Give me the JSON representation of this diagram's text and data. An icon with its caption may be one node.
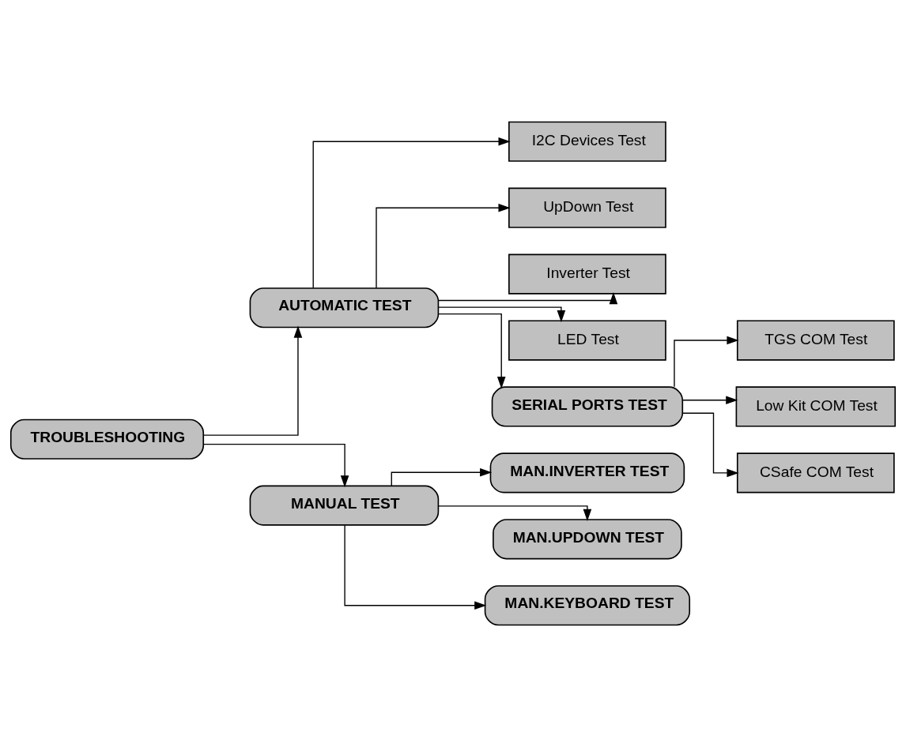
{
  "diagram": {
    "nodes": [
      {
        "text": [
          "TROUBLESHOOTING"
        ]
      },
      {
        "text": [
          "AUTOMATIC TEST"
        ]
      },
      {
        "text": [
          "MANUAL TEST"
        ]
      },
      {
        "text": [
          "I2C Devices Test"
        ]
      },
      {
        "text": [
          "UpDown Test"
        ]
      },
      {
        "text": [
          "Inverter Test"
        ]
      },
      {
        "text": [
          "LED Test"
        ]
      },
      {
        "text": [
          "SERIAL PORTS TEST"
        ]
      },
      {
        "text": [
          "MAN.INVERTER TEST"
        ]
      },
      {
        "text": [
          "MAN.UPDOWN TEST"
        ]
      },
      {
        "text": [
          "MAN.KEYBOARD TEST"
        ]
      },
      {
        "text": [
          "TGS COM Test"
        ]
      },
      {
        "text": [
          "Low Kit COM Test"
        ]
      },
      {
        "text": [
          "CSafe COM Test"
        ]
      }
    ],
    "edges": [
      {
        "from": 0,
        "to": 1,
        "arrow": "to"
      },
      {
        "from": 0,
        "to": 2,
        "arrow": "to"
      },
      {
        "from": 1,
        "to": 3,
        "arrow": "to"
      },
      {
        "from": 1,
        "to": 4,
        "arrow": "to"
      },
      {
        "from": 1,
        "to": 5,
        "arrow": "to"
      },
      {
        "from": 1,
        "to": 6,
        "arrow": "to"
      },
      {
        "from": 1,
        "to": 7,
        "arrow": "to"
      },
      {
        "from": 2,
        "to": 8,
        "arrow": "to"
      },
      {
        "from": 2,
        "to": 9,
        "arrow": "to"
      },
      {
        "from": 2,
        "to": 10,
        "arrow": "to"
      },
      {
        "from": 7,
        "to": 11,
        "arrow": "to"
      },
      {
        "from": 7,
        "to": 12,
        "arrow": "to"
      },
      {
        "from": 7,
        "to": 13,
        "arrow": "to"
      }
    ]
  }
}
